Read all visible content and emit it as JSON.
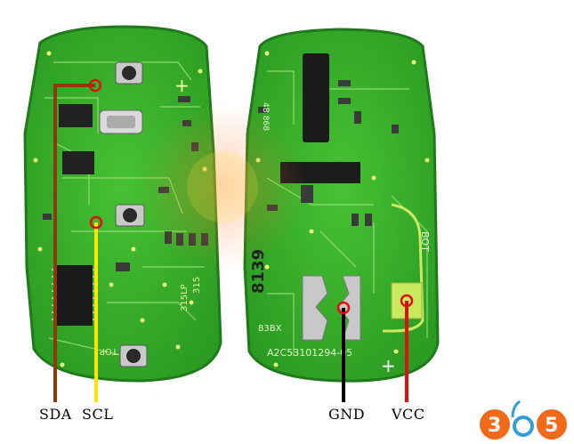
{
  "pins": {
    "sda": {
      "label": "SDA",
      "color": "#8b3a0a"
    },
    "scl": {
      "label": "SCL",
      "color": "#ffe600"
    },
    "gnd": {
      "label": "GND",
      "color": "#000000"
    },
    "vcc": {
      "label": "VCC",
      "color": "#e01010"
    }
  },
  "left_board": {
    "plus": "+",
    "bottom_text": "TOP",
    "side_text": "315LP",
    "side_text_2": "315"
  },
  "right_board": {
    "plus": "+",
    "chip_text": "8139",
    "part_text": "A2C53101294-05",
    "small_text": "BOT",
    "misc_text": "83BX",
    "top_text": "4B 868"
  },
  "logo": {
    "digits": [
      "3",
      "0",
      "5"
    ],
    "hidden_digit": "6"
  },
  "colors": {
    "pcb_green": "#3bb52c",
    "pcb_dark": "#1e7a1a",
    "trace": "#9ee07a",
    "marker": "#e01010"
  }
}
